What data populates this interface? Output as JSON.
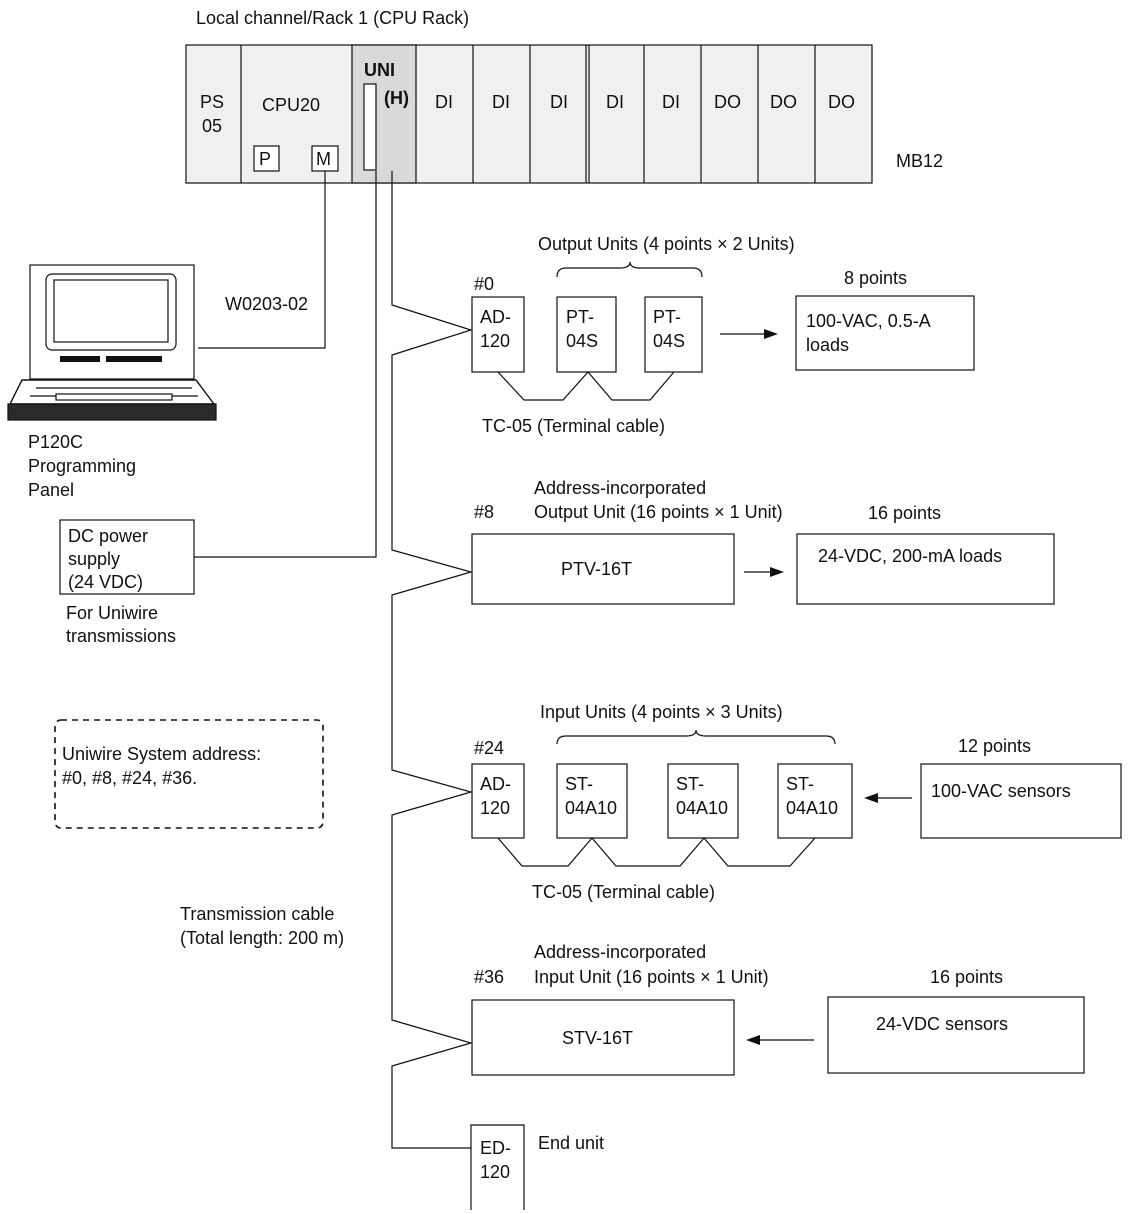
{
  "rack": {
    "title": "Local channel/Rack 1 (CPU Rack)",
    "ps": [
      "PS",
      "05"
    ],
    "cpu": "CPU20",
    "cpu_port_p": "P",
    "cpu_port_m": "M",
    "uni": "UNI",
    "uni_sub": "(H)",
    "slots": [
      "DI",
      "DI",
      "DI",
      "DI",
      "DI",
      "DO",
      "DO",
      "DO"
    ],
    "backplane": "MB12"
  },
  "programming": {
    "cable": "W0203-02",
    "panel": [
      "P120C",
      "Programming",
      "Panel"
    ]
  },
  "power": {
    "box": [
      "DC power",
      "supply",
      "(24 VDC)"
    ],
    "note": [
      "For Uniwire",
      "transmissions"
    ]
  },
  "address_note": [
    "Uniwire System address:",
    "#0, #8, #24, #36."
  ],
  "transmission_cable": [
    "Transmission cable",
    "(Total length: 200 m)"
  ],
  "group0": {
    "address": "#0",
    "header": "Output Units (4 points × 2 Units)",
    "adapter": [
      "AD-",
      "120"
    ],
    "units": [
      [
        "PT-",
        "04S"
      ],
      [
        "PT-",
        "04S"
      ]
    ],
    "points": "8 points",
    "load": [
      "100-VAC, 0.5-A",
      "loads"
    ],
    "cable": "TC-05 (Terminal cable)"
  },
  "group8": {
    "address": "#8",
    "header": [
      "Address-incorporated",
      "Output Unit (16 points × 1 Unit)"
    ],
    "unit": "PTV-16T",
    "points": "16 points",
    "load": "24-VDC, 200-mA loads"
  },
  "group24": {
    "address": "#24",
    "header": "Input Units (4 points × 3 Units)",
    "adapter": [
      "AD-",
      "120"
    ],
    "units": [
      [
        "ST-",
        "04A10"
      ],
      [
        "ST-",
        "04A10"
      ],
      [
        "ST-",
        "04A10"
      ]
    ],
    "points": "12 points",
    "sensor": "100-VAC sensors",
    "cable": "TC-05 (Terminal cable)"
  },
  "group36": {
    "address": "#36",
    "header": [
      "Address-incorporated",
      "Input Unit (16 points × 1 Unit)"
    ],
    "unit": "STV-16T",
    "points": "16 points",
    "sensor": "24-VDC sensors"
  },
  "end_unit": {
    "box": [
      "ED-",
      "120"
    ],
    "label": "End unit"
  }
}
